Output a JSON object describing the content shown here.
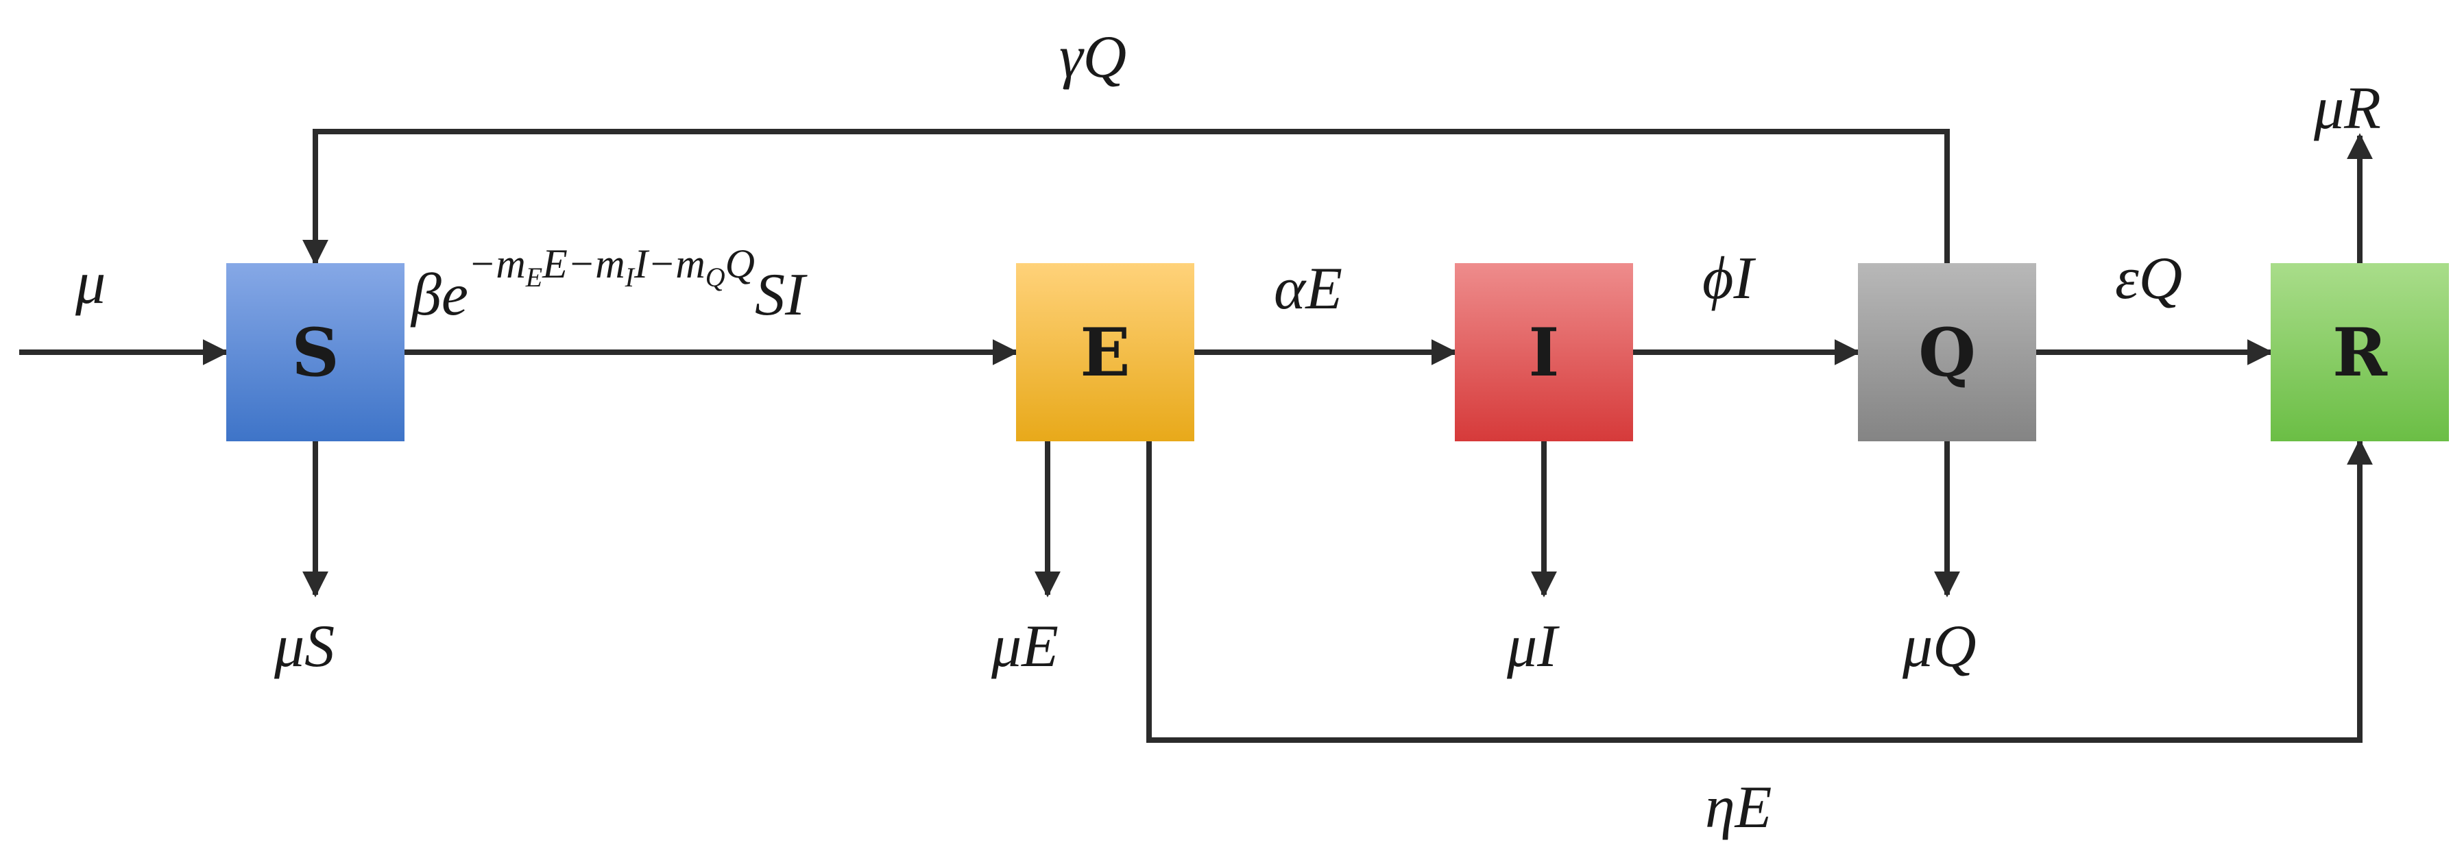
{
  "compartments": [
    {
      "id": "S",
      "label": "S",
      "color_top": "#86A8E6",
      "color_bottom": "#3E74C8"
    },
    {
      "id": "E",
      "label": "E",
      "color_top": "#FFD27A",
      "color_bottom": "#E8A91A"
    },
    {
      "id": "I",
      "label": "I",
      "color_top": "#EE8C8C",
      "color_bottom": "#D63A3A"
    },
    {
      "id": "Q",
      "label": "Q",
      "color_top": "#B8B8B8",
      "color_bottom": "#848484"
    },
    {
      "id": "R",
      "label": "R",
      "color_top": "#A9DD8A",
      "color_bottom": "#6BBE45"
    }
  ],
  "rates": {
    "inflow": "μ",
    "gamma_Q": "γQ",
    "mu_R": "μR",
    "infection_prefix": "βe",
    "infection_exp": {
      "t1": "−m",
      "s1": "E",
      "t2": "E−m",
      "s2": "I",
      "t3": "I−m",
      "s3": "Q",
      "t4": "Q"
    },
    "infection_suffix": "SI",
    "alpha_E": "αE",
    "phi_I": "ϕI",
    "epsilon_Q": "εQ",
    "mu_S": "μS",
    "mu_E": "μE",
    "mu_I": "μI",
    "mu_Q": "μQ",
    "eta_E": "ηE"
  },
  "line_color": "#2b2b2b"
}
